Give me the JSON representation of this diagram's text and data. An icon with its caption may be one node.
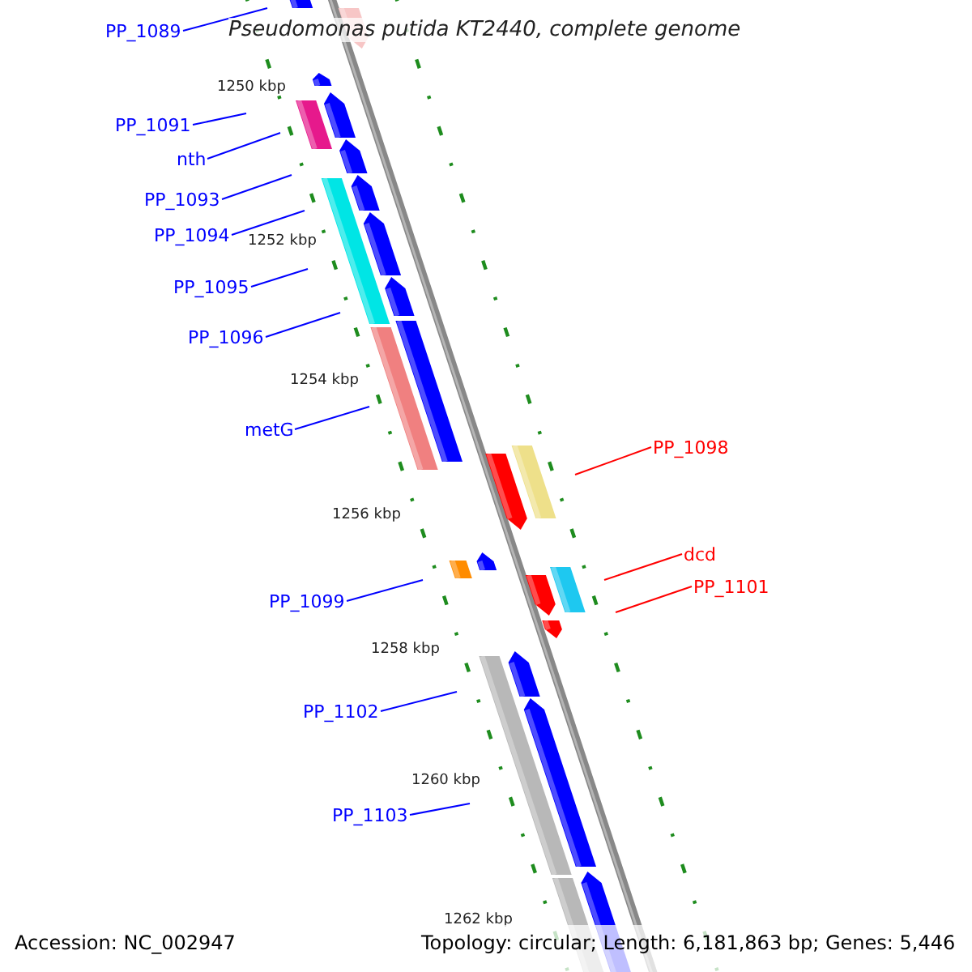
{
  "diagram": {
    "title": "Pseudomonas putida KT2440, complete genome",
    "nodes": [
      {
        "text": [
          "PP_1089"
        ]
      },
      {
        "text": [
          "PP_1091"
        ]
      },
      {
        "text": [
          "nth"
        ]
      },
      {
        "text": [
          "PP_1093"
        ]
      },
      {
        "text": [
          "PP_1094"
        ]
      },
      {
        "text": [
          "PP_1095"
        ]
      },
      {
        "text": [
          "PP_1096"
        ]
      },
      {
        "text": [
          "metG"
        ]
      },
      {
        "text": [
          "PP_1098"
        ]
      },
      {
        "text": [
          "dcd"
        ]
      },
      {
        "text": [
          "PP_1101"
        ]
      },
      {
        "text": [
          "PP_1099"
        ]
      },
      {
        "text": [
          "PP_1102"
        ]
      },
      {
        "text": [
          "PP_1103"
        ]
      }
    ],
    "edges": [
      {
        "from": 0,
        "to": null,
        "arrow": "none"
      },
      {
        "from": 1,
        "to": null,
        "arrow": "none"
      },
      {
        "from": 2,
        "to": null,
        "arrow": "none"
      },
      {
        "from": 3,
        "to": null,
        "arrow": "none"
      },
      {
        "from": 4,
        "to": null,
        "arrow": "none"
      },
      {
        "from": 5,
        "to": null,
        "arrow": "none"
      },
      {
        "from": 6,
        "to": null,
        "arrow": "none"
      },
      {
        "from": 7,
        "to": null,
        "arrow": "none"
      },
      {
        "from": 8,
        "to": null,
        "arrow": "none",
        "color": "#ff0000"
      },
      {
        "from": 9,
        "to": null,
        "arrow": "none",
        "color": "#ff0000"
      },
      {
        "from": 10,
        "to": null,
        "arrow": "none",
        "color": "#ff0000"
      },
      {
        "from": 11,
        "to": null,
        "arrow": "none"
      },
      {
        "from": 12,
        "to": null,
        "arrow": "none"
      },
      {
        "from": 13,
        "to": null,
        "arrow": "none"
      }
    ],
    "labels": [
      "1250 kbp",
      "1252 kbp",
      "1254 kbp",
      "1256 kbp",
      "1258 kbp",
      "1260 kbp",
      "1262 kbp",
      "Accession: NC_002947",
      "Topology: circular; Length: 6,181,863 bp; Genes: 5,446"
    ]
  }
}
